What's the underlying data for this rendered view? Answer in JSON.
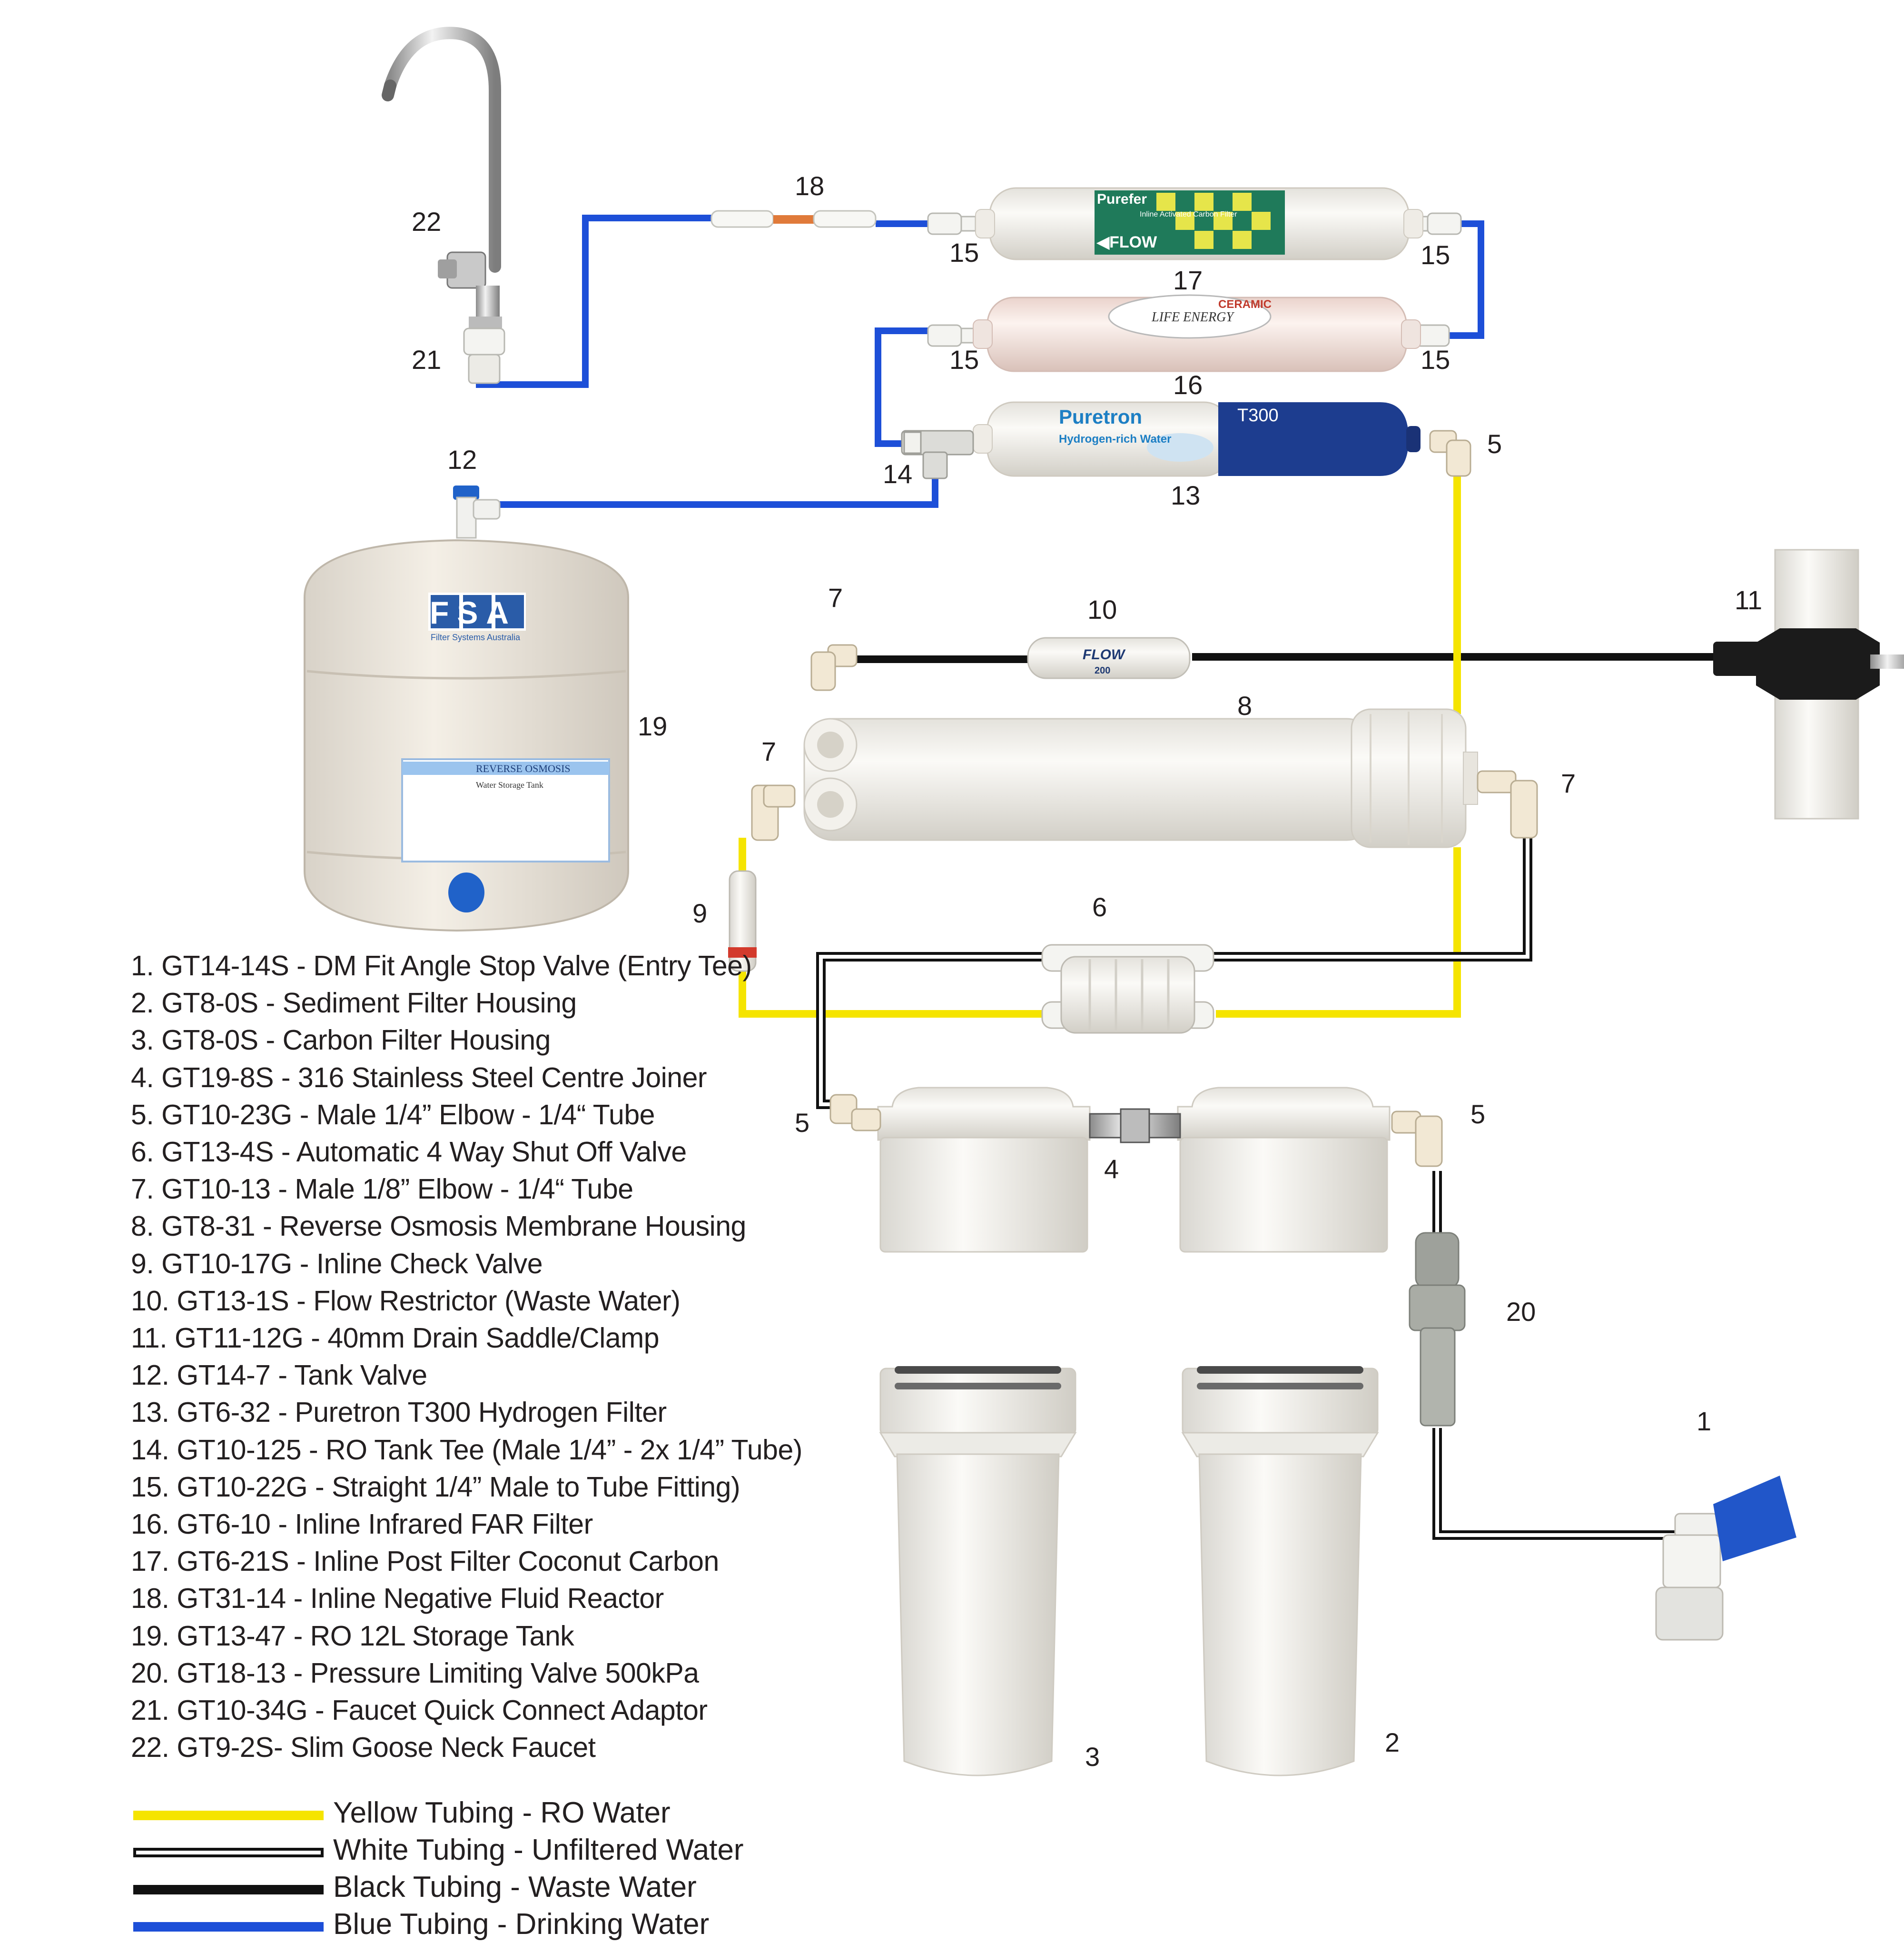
{
  "callouts": {
    "c1": "1",
    "c2": "2",
    "c3": "3",
    "c4": "4",
    "c5a": "5",
    "c5b": "5",
    "c5c": "5",
    "c6": "6",
    "c7a": "7",
    "c7b": "7",
    "c7c": "7",
    "c8": "8",
    "c9": "9",
    "c10": "10",
    "c11": "11",
    "c12": "12",
    "c13": "13",
    "c14": "14",
    "c15a": "15",
    "c15b": "15",
    "c15c": "15",
    "c15d": "15",
    "c16": "16",
    "c17": "17",
    "c18": "18",
    "c19": "19",
    "c20": "20",
    "c21": "21",
    "c22": "22"
  },
  "parts": [
    "1. GT14-14S - DM Fit Angle Stop Valve (Entry Tee)",
    "2. GT8-0S - Sediment Filter Housing",
    "3. GT8-0S - Carbon Filter Housing",
    "4. GT19-8S - 316 Stainless Steel Centre Joiner",
    "5. GT10-23G - Male 1/4” Elbow - 1/4“ Tube",
    "6. GT13-4S - Automatic 4 Way Shut Off Valve",
    "7. GT10-13 - Male 1/8” Elbow - 1/4“ Tube",
    "8. GT8-31 - Reverse Osmosis Membrane Housing",
    "9. GT10-17G - Inline Check Valve",
    "10. GT13-1S - Flow Restrictor (Waste Water)",
    "11. GT11-12G - 40mm Drain Saddle/Clamp",
    "12. GT14-7 - Tank Valve",
    "13. GT6-32 - Puretron T300 Hydrogen Filter",
    "14. GT10-125 - RO Tank Tee (Male 1/4” - 2x 1/4” Tube)",
    "15. GT10-22G - Straight 1/4” Male to Tube Fitting)",
    "16. GT6-10 - Inline Infrared FAR Filter",
    "17. GT6-21S - Inline Post Filter Coconut Carbon",
    "18. GT31-14 - Inline Negative Fluid Reactor",
    "19. GT13-47 - RO 12L Storage Tank",
    "20. GT18-13 - Pressure Limiting Valve 500kPa",
    "21. GT10-34G - Faucet Quick Connect Adaptor",
    "22. GT9-2S- Slim Goose Neck Faucet"
  ],
  "legend": [
    {
      "text": "Yellow Tubing - RO Water",
      "color": "#f5e400",
      "style": "solid"
    },
    {
      "text": "White Tubing - Unfiltered Water",
      "color": "#111111",
      "style": "outline"
    },
    {
      "text": "Black Tubing - Waste Water",
      "color": "#111111",
      "style": "solid"
    },
    {
      "text": "Blue Tubing - Drinking Water",
      "color": "#1d4fd8",
      "style": "solid"
    }
  ],
  "labels": {
    "tank_brand": "FSA",
    "tank_brand_sub": "Filter Systems Australia",
    "tank_label_title": "REVERSE OSMOSIS",
    "tank_label_sub": "Water Storage Tank",
    "filter17_brand": "Purefer",
    "filter17_text": "Inline Activated Carbon Filter",
    "filter17_flow": "◀FLOW",
    "filter16_brand": "CERAMIC",
    "filter16_text": "LIFE ENERGY",
    "filter13_brand": "Puretron",
    "filter13_model": "T300",
    "filter13_text": "Hydrogen-rich Water",
    "restrictor_text": "FLOW",
    "restrictor_num": "200"
  },
  "colors": {
    "yellow_tube": "#f5e400",
    "blue_tube": "#1d4fd8",
    "black_tube": "#111111",
    "housing": "#f1efea"
  }
}
